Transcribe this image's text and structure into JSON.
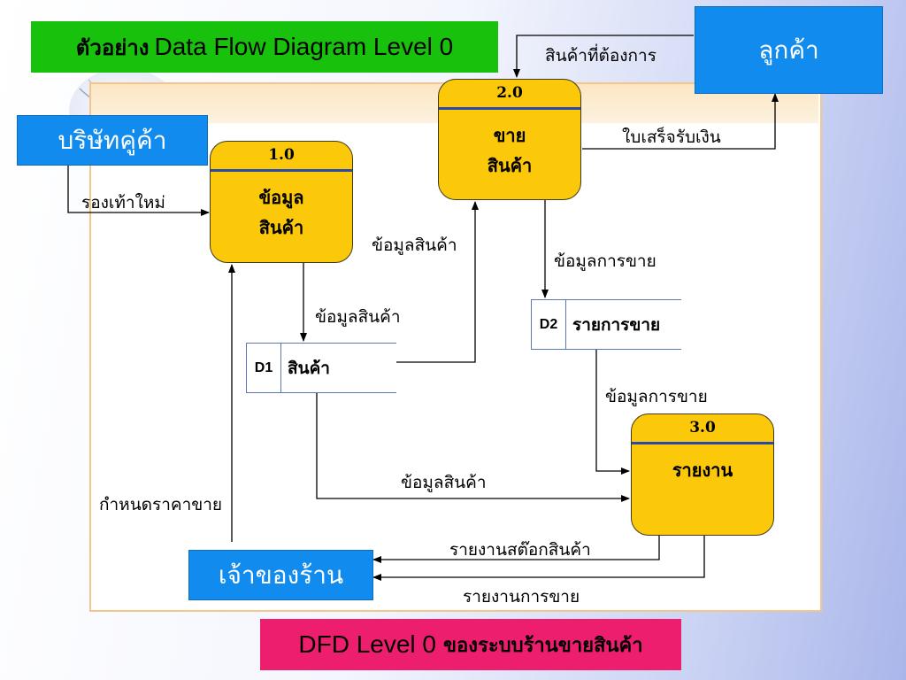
{
  "title": {
    "thai": "ตัวอย่าง",
    "latin": "Data Flow Diagram Level 0"
  },
  "entities": {
    "partner": "บริษัทคู่ค้า",
    "customer": "ลูกค้า",
    "owner": "เจ้าของร้าน"
  },
  "processes": [
    {
      "number": "1.0",
      "line1": "ข้อมูล",
      "line2": "สินค้า"
    },
    {
      "number": "2.0",
      "line1": "ขาย",
      "line2": "สินค้า"
    },
    {
      "number": "3.0",
      "line1": "รายงาน",
      "line2": ""
    }
  ],
  "stores": [
    {
      "id": "D1",
      "name": "สินค้า"
    },
    {
      "id": "D2",
      "name": "รายการขาย"
    }
  ],
  "flows": {
    "wanted_products": "สินค้าที่ต้องการ",
    "receipt": "ใบเสร็จรับเงิน",
    "new_shoes": "รองเท้าใหม่",
    "product_info_to_sale": "ข้อมูลสินค้า",
    "sales_info_to_d2": "ข้อมูลการขาย",
    "product_info_to_d1": "ข้อมูลสินค้า",
    "sales_info_to_report": "ข้อมูลการขาย",
    "product_info_to_report": "ข้อมูลสินค้า",
    "set_price": "กำหนดราคาขาย",
    "stock_report": "รายงานสต๊อกสินค้า",
    "sales_report": "รายงานการขาย"
  },
  "footer": {
    "latin": "DFD Level 0",
    "thai": "ของระบบร้านขายสินค้า"
  },
  "colors": {
    "title_bg": "#18c10c",
    "entity_bg": "#118cee",
    "process_bg": "#fcc80a",
    "footer_bg": "#ee1e6e"
  }
}
